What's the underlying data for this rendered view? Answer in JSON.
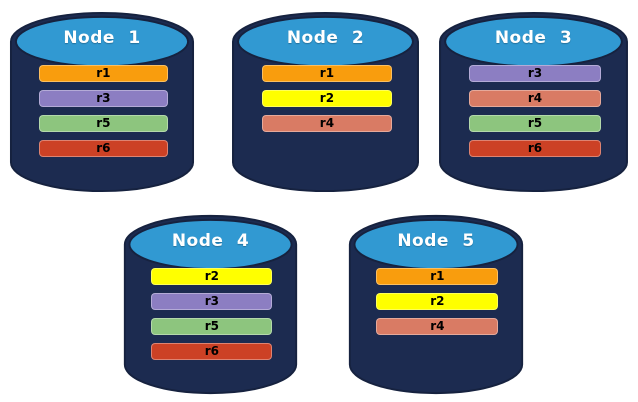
{
  "diagram": {
    "nodes": [
      {
        "id": "node-1",
        "label": "Node 1",
        "replicas": [
          "r1",
          "r3",
          "r5",
          "r6"
        ]
      },
      {
        "id": "node-2",
        "label": "Node 2",
        "replicas": [
          "r1",
          "r2",
          "r4"
        ]
      },
      {
        "id": "node-3",
        "label": "Node 3",
        "replicas": [
          "r3",
          "r4",
          "r5",
          "r6"
        ]
      },
      {
        "id": "node-4",
        "label": "Node 4",
        "replicas": [
          "r2",
          "r3",
          "r5",
          "r6"
        ]
      },
      {
        "id": "node-5",
        "label": "Node 5",
        "replicas": [
          "r1",
          "r2",
          "r4"
        ]
      }
    ],
    "colors": {
      "cylinder_body": "#1C2B50",
      "cylinder_top": "#3199D2",
      "cylinder_outline": "#16223F",
      "title_text": "#FFFFFF",
      "bar_text": "#000000",
      "replicas": {
        "r1": "#F99D0D",
        "r2": "#FFFF00",
        "r3": "#8C7EC2",
        "r4": "#D97B64",
        "r5": "#8DC57E",
        "r6": "#CC4125"
      }
    }
  }
}
